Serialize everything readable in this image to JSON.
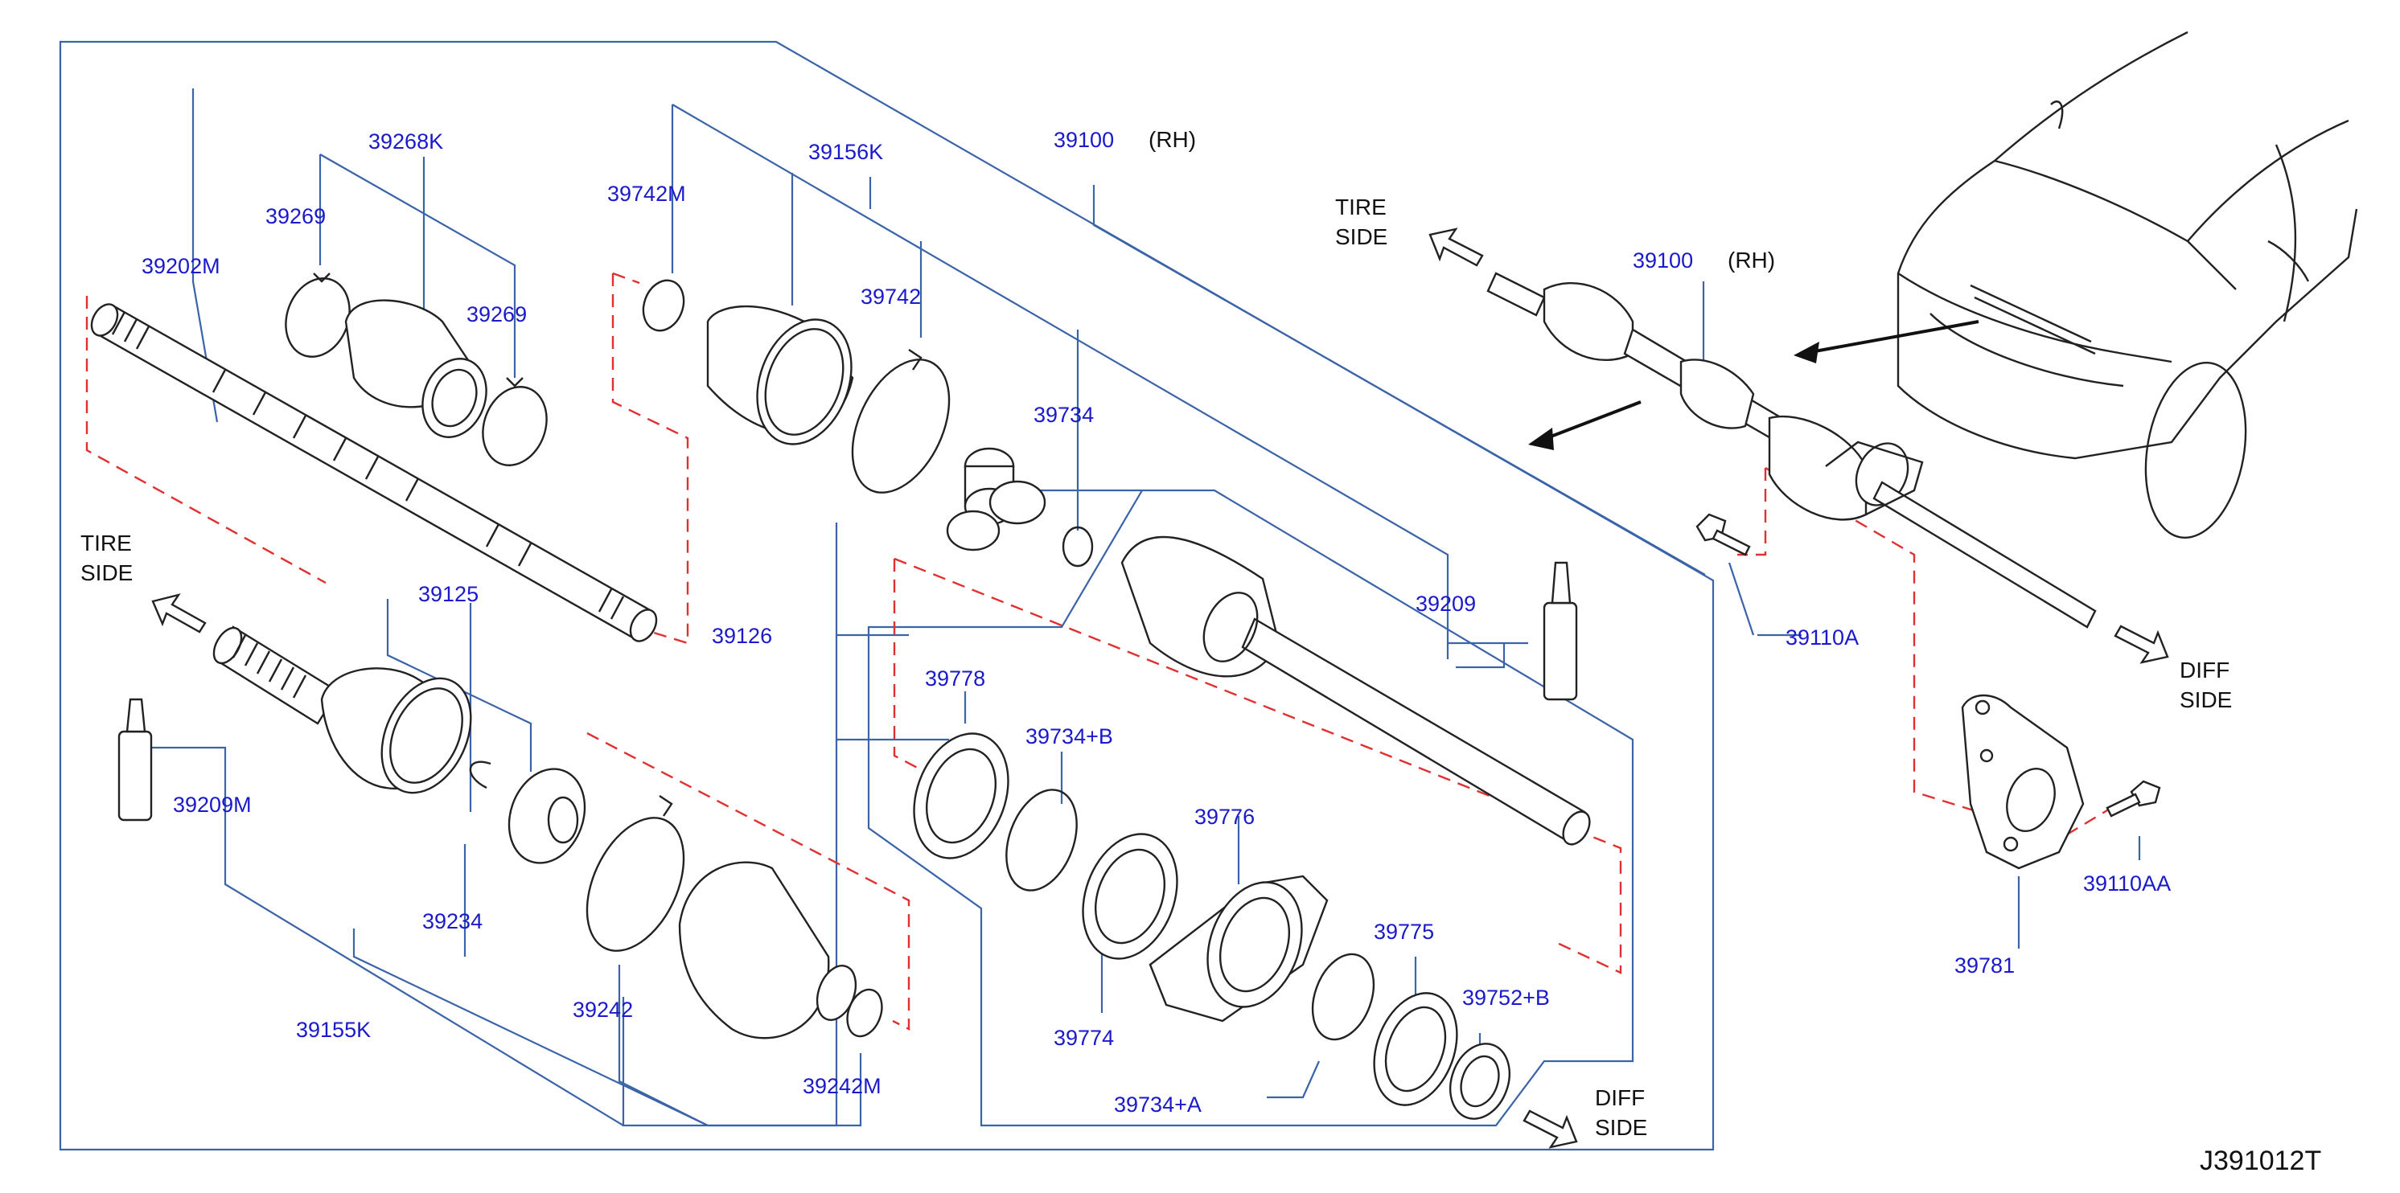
{
  "diagram_code": "J391012T",
  "direction_labels": {
    "tire_side_left": [
      "TIRE",
      "SIDE"
    ],
    "tire_side_right": [
      "TIRE",
      "SIDE"
    ],
    "diff_side_bottom": [
      "DIFF",
      "SIDE"
    ],
    "diff_side_right": [
      "DIFF",
      "SIDE"
    ]
  },
  "parts": {
    "p39268K": "39268K",
    "p39269a": "39269",
    "p39269b": "39269",
    "p39202M": "39202M",
    "p39742M": "39742M",
    "p39156K": "39156K",
    "p39100": "39100",
    "p39100_rh": "(RH)",
    "p39742": "39742",
    "p39734": "39734",
    "p39125": "39125",
    "p39126": "39126",
    "p39209": "39209",
    "p39209M": "39209M",
    "p39234": "39234",
    "p39155K": "39155K",
    "p39242": "39242",
    "p39242M": "39242M",
    "p39778": "39778",
    "p39734B": "39734+B",
    "p39776": "39776",
    "p39774": "39774",
    "p39775": "39775",
    "p39752B": "39752+B",
    "p39734A": "39734+A",
    "p39100b": "39100",
    "p39100b_rh": "(RH)",
    "p39110A": "39110A",
    "p39110AA": "39110AA",
    "p39781": "39781"
  }
}
